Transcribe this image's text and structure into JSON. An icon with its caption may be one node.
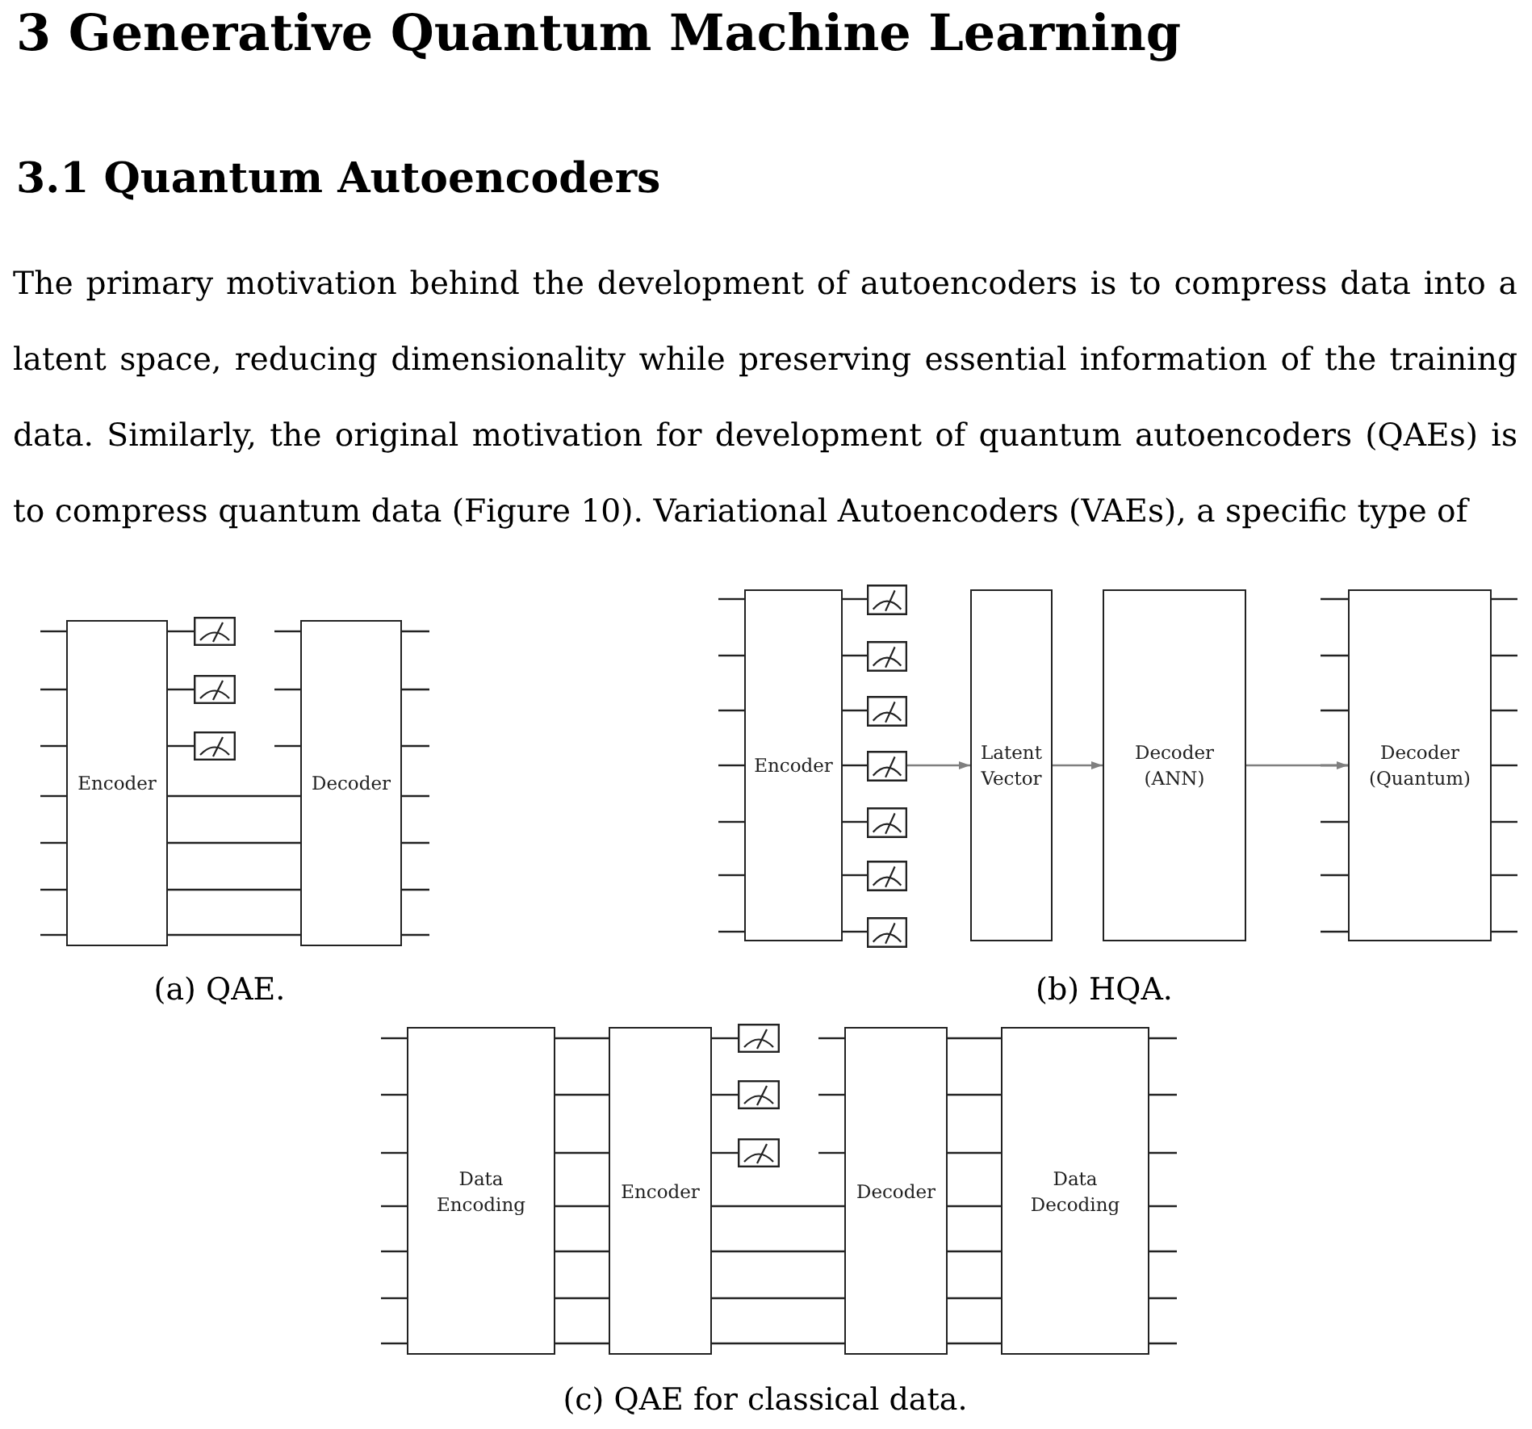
{
  "diagram": {
    "title": "3 Generative Quantum Machine Learning",
    "nodes": [
      {
        "text": [
          "Encoder"
        ]
      },
      {
        "text": [],
        "shape": "meter"
      },
      {
        "text": [],
        "shape": "meter"
      },
      {
        "text": [],
        "shape": "meter"
      },
      {
        "text": [
          "Decoder"
        ]
      },
      {
        "text": [
          "Encoder"
        ]
      },
      {
        "text": [],
        "shape": "meter"
      },
      {
        "text": [],
        "shape": "meter"
      },
      {
        "text": [],
        "shape": "meter"
      },
      {
        "text": [],
        "shape": "meter"
      },
      {
        "text": [],
        "shape": "meter"
      },
      {
        "text": [],
        "shape": "meter"
      },
      {
        "text": [],
        "shape": "meter"
      },
      {
        "text": [
          "Latent Vector"
        ]
      },
      {
        "text": [
          "Decoder (ANN)"
        ]
      },
      {
        "text": [
          "Decoder (Quantum)"
        ]
      },
      {
        "text": [
          "Data Encoding"
        ]
      },
      {
        "text": [
          "Encoder"
        ]
      },
      {
        "text": [],
        "shape": "meter"
      },
      {
        "text": [],
        "shape": "meter"
      },
      {
        "text": [],
        "shape": "meter"
      },
      {
        "text": [
          "Decoder"
        ]
      },
      {
        "text": [
          "Data Decoding"
        ]
      }
    ],
    "edges": [
      {
        "from": 0,
        "to": 1,
        "arrow": "none"
      },
      {
        "from": 0,
        "to": 2,
        "arrow": "none"
      },
      {
        "from": 0,
        "to": 3,
        "arrow": "none"
      },
      {
        "from": 0,
        "to": 4,
        "arrow": "none"
      },
      {
        "from": 0,
        "to": 4,
        "arrow": "none"
      },
      {
        "from": 0,
        "to": 4,
        "arrow": "none"
      },
      {
        "from": 0,
        "to": 4,
        "arrow": "none"
      },
      {
        "from": 5,
        "to": 6,
        "arrow": "none"
      },
      {
        "from": 5,
        "to": 7,
        "arrow": "none"
      },
      {
        "from": 5,
        "to": 8,
        "arrow": "none"
      },
      {
        "from": 5,
        "to": 9,
        "arrow": "none"
      },
      {
        "from": 5,
        "to": 10,
        "arrow": "none"
      },
      {
        "from": 5,
        "to": 11,
        "arrow": "none"
      },
      {
        "from": 5,
        "to": 12,
        "arrow": "none"
      },
      {
        "from": 9,
        "to": 13,
        "arrow": "to",
        "color": "#7f7f7f"
      },
      {
        "from": 13,
        "to": 14,
        "arrow": "to",
        "color": "#7f7f7f"
      },
      {
        "from": 14,
        "to": 15,
        "arrow": "to",
        "color": "#7f7f7f"
      },
      {
        "from": 16,
        "to": 17,
        "arrow": "none"
      },
      {
        "from": 16,
        "to": 17,
        "arrow": "none"
      },
      {
        "from": 16,
        "to": 17,
        "arrow": "none"
      },
      {
        "from": 16,
        "to": 17,
        "arrow": "none"
      },
      {
        "from": 16,
        "to": 17,
        "arrow": "none"
      },
      {
        "from": 16,
        "to": 17,
        "arrow": "none"
      },
      {
        "from": 16,
        "to": 17,
        "arrow": "none"
      },
      {
        "from": 17,
        "to": 18,
        "arrow": "none"
      },
      {
        "from": 17,
        "to": 19,
        "arrow": "none"
      },
      {
        "from": 17,
        "to": 20,
        "arrow": "none"
      },
      {
        "from": 17,
        "to": 21,
        "arrow": "none"
      },
      {
        "from": 17,
        "to": 21,
        "arrow": "none"
      },
      {
        "from": 17,
        "to": 21,
        "arrow": "none"
      },
      {
        "from": 17,
        "to": 21,
        "arrow": "none"
      },
      {
        "from": 21,
        "to": 22,
        "arrow": "none"
      },
      {
        "from": 21,
        "to": 22,
        "arrow": "none"
      },
      {
        "from": 21,
        "to": 22,
        "arrow": "none"
      },
      {
        "from": 21,
        "to": 22,
        "arrow": "none"
      },
      {
        "from": 21,
        "to": 22,
        "arrow": "none"
      },
      {
        "from": 21,
        "to": 22,
        "arrow": "none"
      },
      {
        "from": 21,
        "to": 22,
        "arrow": "none"
      }
    ],
    "labels": [
      "3.1 Quantum Autoencoders",
      "The primary motivation behind the development of autoencoders is to compress data into a latent space, reducing dimensionality while preserving essential information of the training data. Similarly, the original motivation for development of quantum autoencoders (QAEs) is to compress quantum data (Figure 10). Variational Autoencoders (VAEs), a specific type of",
      "(a) QAE.",
      "(b) HQA.",
      "(c) QAE for classical data."
    ]
  }
}
